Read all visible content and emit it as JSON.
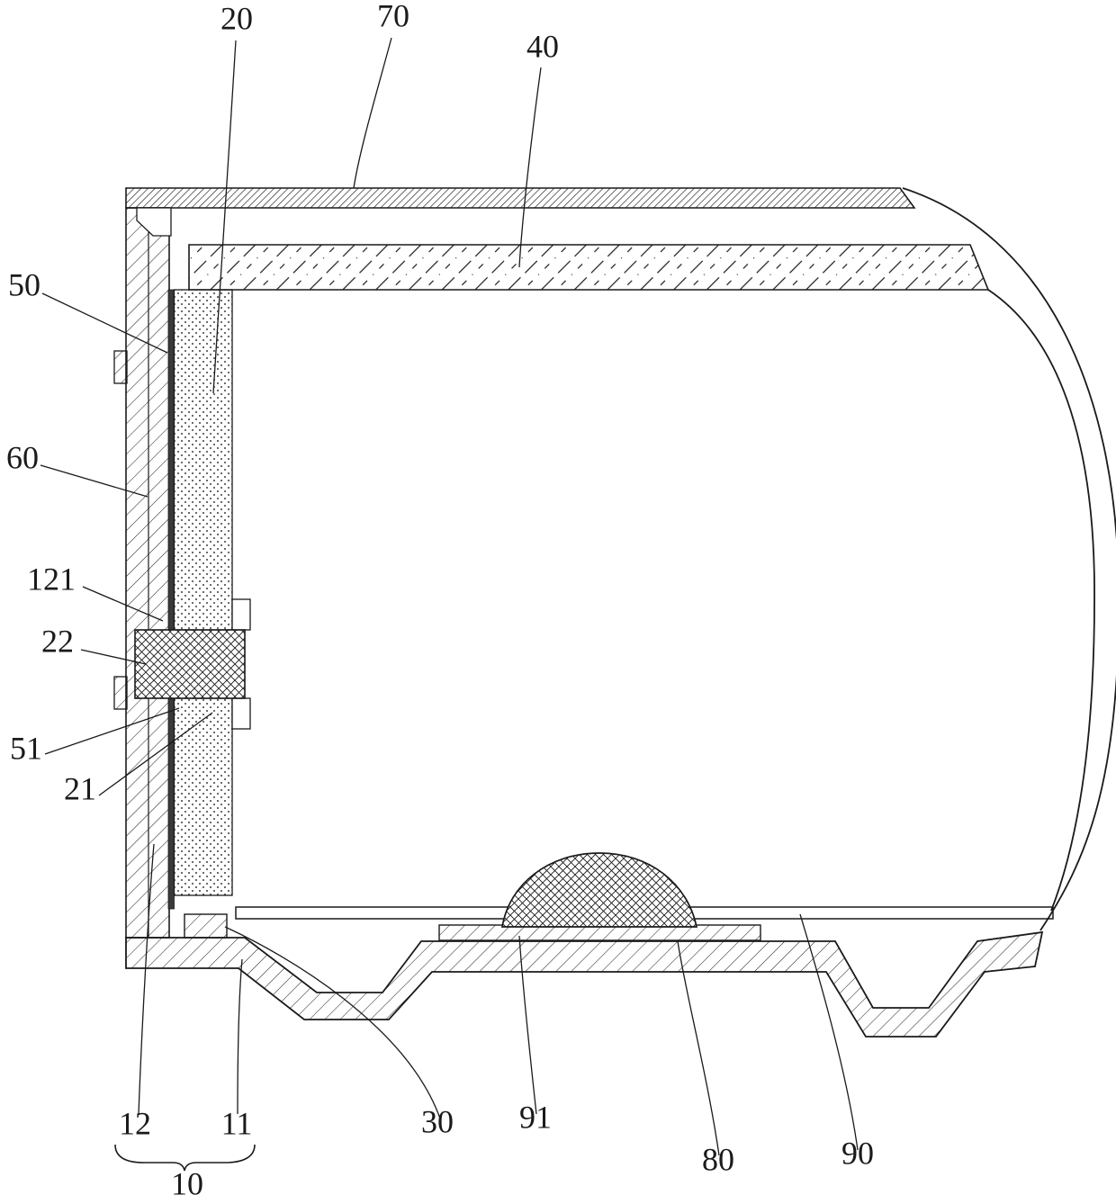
{
  "figure": {
    "type": "patent-cross-section-drawing",
    "background": "#ffffff",
    "line_color": "#1a1a1a",
    "labels": {
      "20": "20",
      "70": "70",
      "40": "40",
      "50": "50",
      "60": "60",
      "121": "121",
      "22": "22",
      "51": "51",
      "21": "21",
      "12": "12",
      "11": "11",
      "10": "10",
      "30": "30",
      "91": "91",
      "80": "80",
      "90": "90"
    }
  }
}
